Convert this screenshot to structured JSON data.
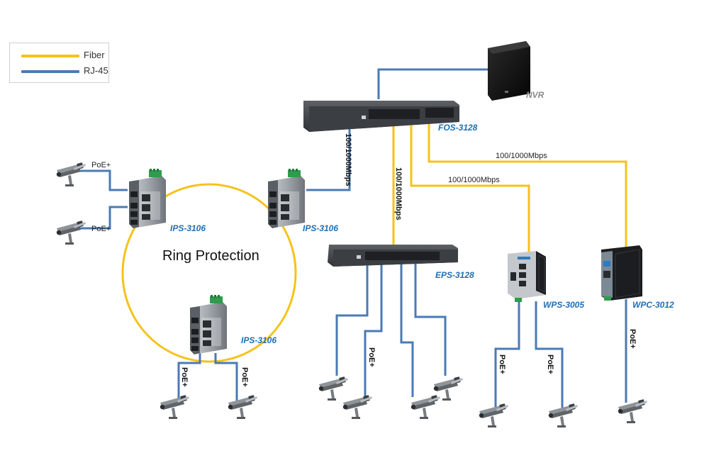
{
  "legend": {
    "fiber_label": "Fiber",
    "rj45_label": "RJ-45",
    "fiber_color": "#f6c21a",
    "rj45_color": "#4a7ab5"
  },
  "devices": {
    "nvr": "NVR",
    "core_switch": "FOS-3128",
    "edge_switch": "EPS-3128",
    "ring_switch_top_left": "IPS-3106",
    "ring_switch_top_right": "IPS-3106",
    "ring_switch_bottom": "IPS-3106",
    "din_switch": "WPS-3005",
    "media_converter": "WPC-3012"
  },
  "links": {
    "ring_uplink_speed": "100/1000Mbps",
    "edge_uplink_speed": "100/1000Mbps",
    "wps_uplink_speed": "100/1000Mbps",
    "wpc_uplink_speed": "100/1000Mbps"
  },
  "ring_label": "Ring Protection",
  "poe_label": "PoE+",
  "icons": [
    "ip-camera-icon",
    "switch-icon",
    "nvr-icon",
    "din-rail-switch-icon"
  ]
}
